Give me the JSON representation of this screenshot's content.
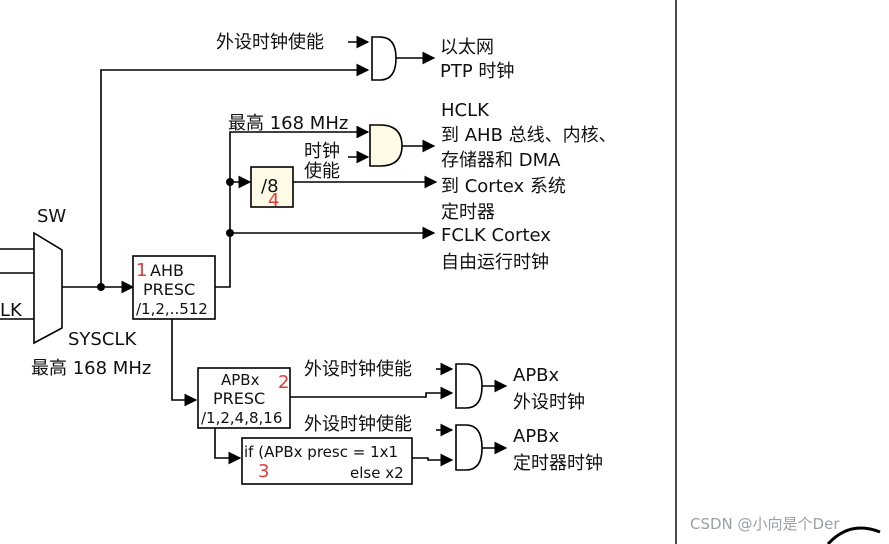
{
  "labels": {
    "sw": "SW",
    "lk": "LK",
    "sysclk": "SYSCLK",
    "sysclk_max": "最高 168 MHz",
    "periph_en_top": "外设时钟使能",
    "eth_1": "以太网",
    "eth_2": "PTP 时钟",
    "max_168": "最高 168 MHz",
    "hclk": "HCLK",
    "hclk_desc_1": "到 AHB 总线、内核、",
    "hclk_desc_2": "存储器和 DMA",
    "clk_en_1": "时钟",
    "clk_en_2": "使能",
    "div8": "/8",
    "cortex_1": "到 Cortex 系统",
    "cortex_2": "定时器",
    "fclk": "FCLK Cortex",
    "fclk_desc": "自由运行时钟",
    "ahb_1": "AHB",
    "ahb_2": "PRESC",
    "ahb_3": "/1,2,..512",
    "apb_1": "APBx",
    "apb_2": "PRESC",
    "apb_3": "/1,2,4,8,16",
    "periph_en_apb": "外设时钟使能",
    "apbx_out_1": "APBx",
    "apbx_out_2": "外设时钟",
    "periph_en_tim": "外设时钟使能",
    "if_1": "if (APBx presc = 1x1",
    "if_2": "else x2",
    "apbx_tim_1": "APBx",
    "apbx_tim_2": "定时器时钟",
    "num_1": "1",
    "num_2": "2",
    "num_3": "3",
    "num_4": "4",
    "watermark": "CSDN @小向是个Der"
  },
  "colors": {
    "line": "#000000",
    "annotation": "#e53935",
    "div_fill": "#fffbe6",
    "watermark": "#9aa0a6"
  }
}
